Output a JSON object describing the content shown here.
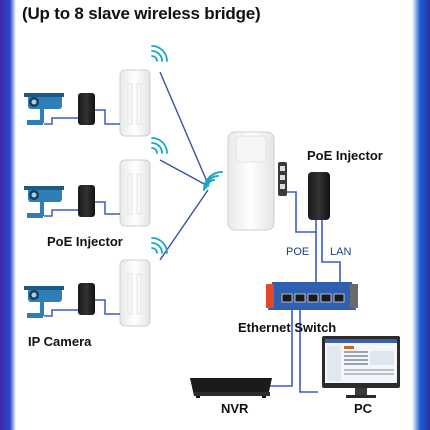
{
  "title": "(Up to 8 slave wireless bridge)",
  "labels": {
    "poe_injector_left": "PoE Injector",
    "ip_camera": "IP Camera",
    "poe_injector_right": "PoE Injector",
    "poe_port": "POE",
    "lan_port": "LAN",
    "ethernet_switch": "Ethernet Switch",
    "nvr": "NVR",
    "pc": "PC"
  },
  "colors": {
    "link_line": "#3a4fa8",
    "cable": "#3b5cc4",
    "wifi": "#1aa6c8",
    "camera": "#2e7fb8",
    "switch_body": "#2f5fb0"
  }
}
